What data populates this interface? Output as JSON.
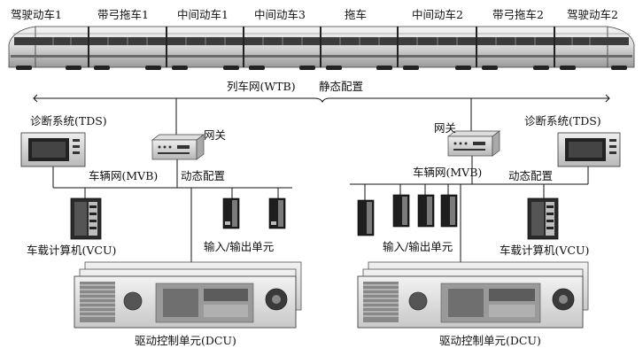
{
  "train": {
    "cars": [
      "驾驶动车1",
      "带弓拖车1",
      "中间动车1",
      "中间动车3",
      "拖车",
      "中间动车2",
      "带弓拖车2",
      "驾驶动车2"
    ]
  },
  "wtb": {
    "label": "列车网(WTB)",
    "config": "静态配置"
  },
  "left": {
    "tds": "诊断系统(TDS)",
    "gateway": "网关",
    "mvb": "车辆网(MVB)",
    "dyn_config": "动态配置",
    "vcu": "车载计算机(VCU)",
    "io": "输入/输出单元",
    "dcu": "驱动控制单元(DCU)"
  },
  "right": {
    "tds": "诊断系统(TDS)",
    "gateway": "网关",
    "mvb": "车辆网(MVB)",
    "dyn_config": "动态配置",
    "vcu": "车载计算机(VCU)",
    "io": "输入/输出单元",
    "dcu": "驱动控制单元(DCU)"
  }
}
